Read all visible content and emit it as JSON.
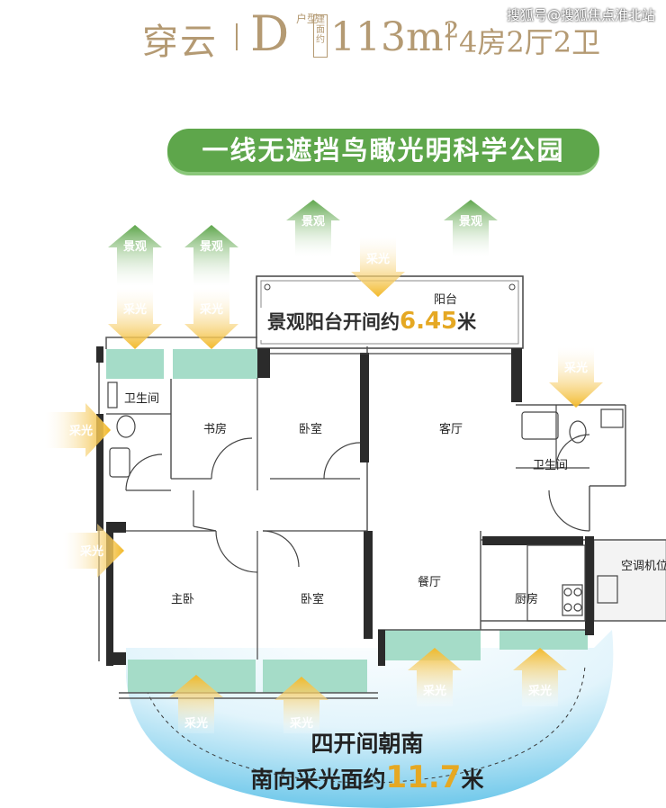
{
  "header": {
    "name": "穿云",
    "unit_type": "D",
    "unit_type_label": "户型",
    "area_label": "建面约",
    "area": "113m²",
    "layout": "4房2厅2卫"
  },
  "watermark": "搜狐号@搜狐焦点淮北站",
  "banner": "一线无遮挡鸟瞰光明科学公园",
  "rooms": {
    "bath_left": "卫生间",
    "study": "书房",
    "bedroom_top": "卧室",
    "living": "客厅",
    "balcony": "阳台",
    "bath_right": "卫生间",
    "ac": "空调机位",
    "master": "主卧",
    "bedroom_bottom": "卧室",
    "dining": "餐厅",
    "kitchen": "厨房"
  },
  "arrows": {
    "view": "景观",
    "light": "采光"
  },
  "balcony_callout": {
    "prefix": "景观阳台开间约",
    "value": "6.45",
    "suffix": "米"
  },
  "south": {
    "line1": "四开间朝南",
    "line2_prefix": "南向采光面约",
    "line2_value": "11.7",
    "line2_suffix": "米"
  },
  "colors": {
    "gold": "#b49a73",
    "green": "#5ea64b",
    "mint": "#a5dcc8",
    "wall": "#2b2b2b",
    "yellow": "#f2c62e"
  }
}
